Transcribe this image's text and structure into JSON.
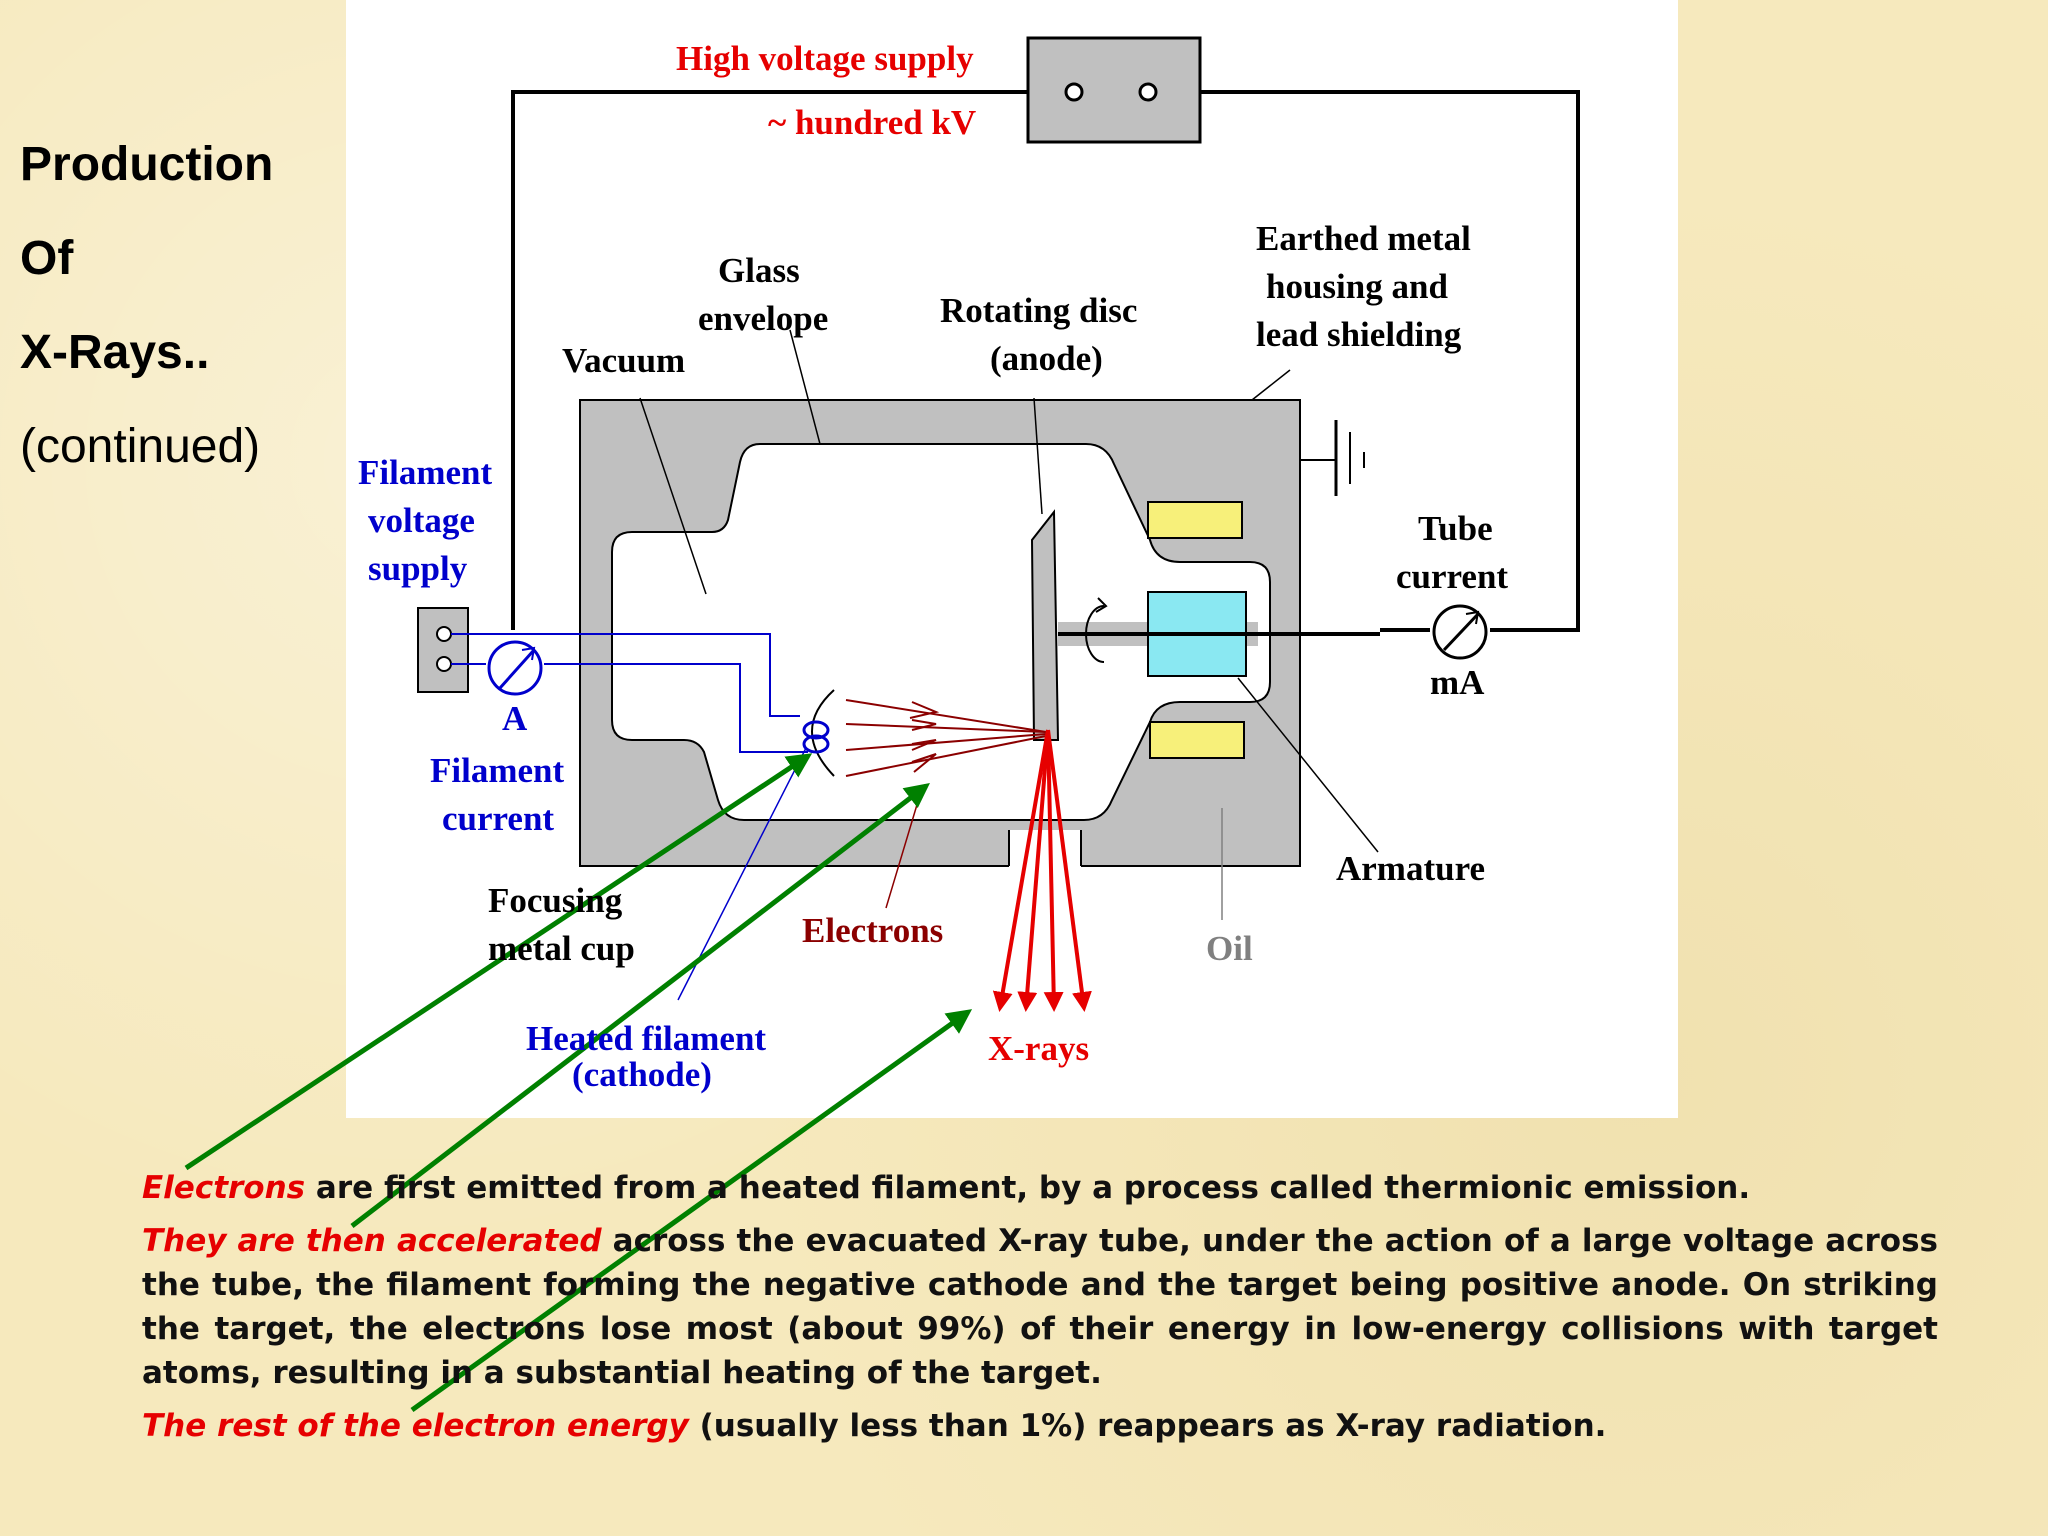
{
  "slide": {
    "title_lines": [
      "Production",
      "Of",
      "X-Rays.."
    ],
    "title_cont": "(continued)"
  },
  "diagram": {
    "labels": {
      "hv_supply": "High voltage supply",
      "hv_value": "~ hundred kV",
      "earthed_1": "Earthed metal",
      "earthed_2": "housing and",
      "earthed_3": "lead shielding",
      "glass_1": "Glass",
      "glass_2": "envelope",
      "rotating_1": "Rotating disc",
      "rotating_2": "(anode)",
      "vacuum": "Vacuum",
      "fil_supply_1": "Filament",
      "fil_supply_2": "voltage",
      "fil_supply_3": "supply",
      "ammeter_a": "A",
      "fil_current_1": "Filament",
      "fil_current_2": "current",
      "tube_current_1": "Tube",
      "tube_current_2": "current",
      "ma": "mA",
      "armature": "Armature",
      "focusing_1": "Focusing",
      "focusing_2": "metal cup",
      "electrons": "Electrons",
      "oil": "Oil",
      "heated_1": "Heated filament",
      "heated_2": "(cathode)",
      "xrays": "X-rays"
    },
    "colors": {
      "housing": "#c0c0c0",
      "blue_label": "#0000cc",
      "red_label": "#e60000",
      "brown_label": "#8b0000",
      "arrow_green": "#008000",
      "stator_yellow": "#f7f07a",
      "rotor_cyan": "#8ae8f2"
    }
  },
  "explanation": [
    {
      "hl": "Electrons",
      "text": " are first emitted from a heated filament, by a process called thermionic emission."
    },
    {
      "hl": "They are then accelerated",
      "text": " across the evacuated X-ray tube, under the action of a large voltage across the tube, the filament forming the negative cathode and the target being positive anode. On striking  the target, the electrons lose most (about 99%) of their energy in low-energy collisions with target atoms, resulting in a substantial heating of the target."
    },
    {
      "hl": "The rest of the electron energy",
      "text": " (usually less than 1%) reappears as X-ray radiation."
    }
  ]
}
